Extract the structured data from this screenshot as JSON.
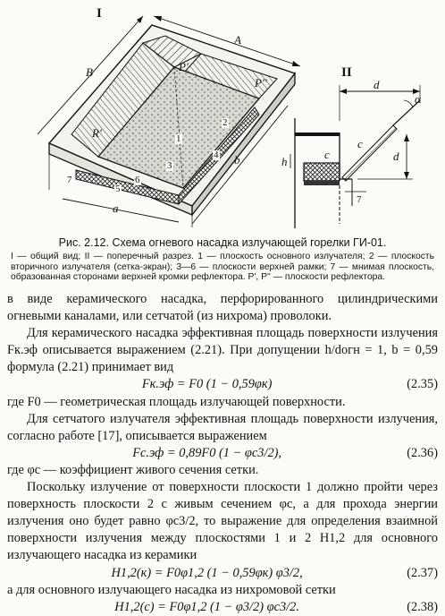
{
  "figure": {
    "part_labels": {
      "general": "I",
      "section": "II"
    },
    "dimension_labels": {
      "A": "A",
      "B": "B",
      "a": "a",
      "b": "b",
      "d": "d",
      "c": "c",
      "h": "h",
      "alpha": "α"
    },
    "plane_labels": {
      "p_prime": "P'",
      "p_double_prime": "P''",
      "r_prime": "R'"
    },
    "position_numbers": [
      "1",
      "2",
      "3",
      "4",
      "5",
      "6",
      "7"
    ]
  },
  "caption": {
    "title": "Рис. 2.12. Схема огневого насадка излучающей горелки ГИ-01.",
    "body": "I — общий вид; II — поперечный разрез. 1 — плоскость основного излучателя; 2 — плоскость вторичного излучателя (сетка-экран); 3—6 — плоскости верхней рамки; 7 — мнимая плоскость, образованная сторонами верхней кромки рефлектора. P', P'' — плоскости рефлектора."
  },
  "text": {
    "p1": "в виде керамического насадка, перфорированного цилиндрическими огневыми каналами, или сетчатой (из нихрома) проволоки.",
    "p2": "Для керамического насадка эффективная площадь поверхности излучения Fк.эф описывается выражением (2.21). При допущении h/dогн = 1, b = 0,59 формула (2.21) принимает вид",
    "eq1": {
      "formula": "Fк.эф = F0 (1 − 0,59φк)",
      "number": "(2.35)"
    },
    "p3": "где F0 — геометрическая площадь излучающей поверхности.",
    "p4": "Для сетчатого излучателя эффективная площадь поверхности излучения, согласно работе [17], описывается выражением",
    "eq2": {
      "formula": "Fс.эф = 0,89F0 (1 − φс3/2),",
      "number": "(2.36)"
    },
    "p5": "где φс — коэффициент живого сечения сетки.",
    "p6": "Поскольку излучение от поверхности плоскости 1 должно пройти через поверхность плоскости 2 с живым сечением φс, а для прохода энергии излучения оно будет равно φс3/2, то выражение для определения взаимной поверхности излучения между плоскостями 1 и 2 H1,2 для основного излучающего насадка из керамики",
    "eq3": {
      "formula": "H1,2(к) = F0φ1,2 (1 − 0,59φк) φ3/2,",
      "number": "(2.37)"
    },
    "p7": "а для основного излучающего насадка из нихромовой сетки",
    "eq4": {
      "formula": "H1,2(с) = F0φ1,2 (1 − φ3/2) φс3/2.",
      "number": "(2.38)"
    }
  }
}
